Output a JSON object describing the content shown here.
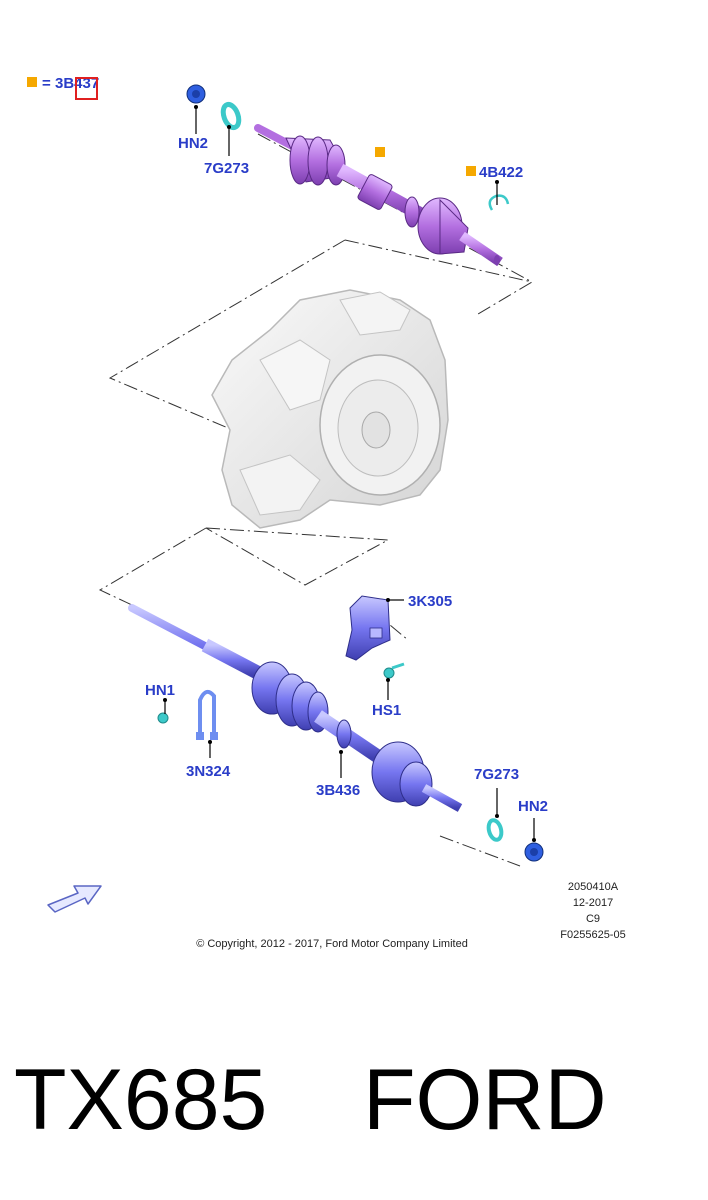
{
  "legend": {
    "equals": "=",
    "code": "3B437",
    "marker_color": "#f5a800"
  },
  "labels": {
    "hn2_top": "HN2",
    "g7273_top": "7G273",
    "b4422": "4B422",
    "k3305": "3K305",
    "hn1": "HN1",
    "hs1": "HS1",
    "n3324": "3N324",
    "b3436": "3B436",
    "g7273_bottom": "7G273",
    "hn2_bottom": "HN2"
  },
  "meta": {
    "illustration_id": "2050410A",
    "date": "12-2017",
    "code": "C9",
    "ref": "F0255625-05"
  },
  "copyright": "© Copyright, 2012 - 2017, Ford Motor Company Limited",
  "footer_text": "TX685    FORD",
  "colors": {
    "label_blue": "#2a3dc8",
    "shaft_purple": "#b36fe0",
    "shaft_blue": "#6f6ff0",
    "part_cyan": "#3cc9c9",
    "nut_blue": "#2f5fe0",
    "marker_orange": "#f5a800"
  }
}
